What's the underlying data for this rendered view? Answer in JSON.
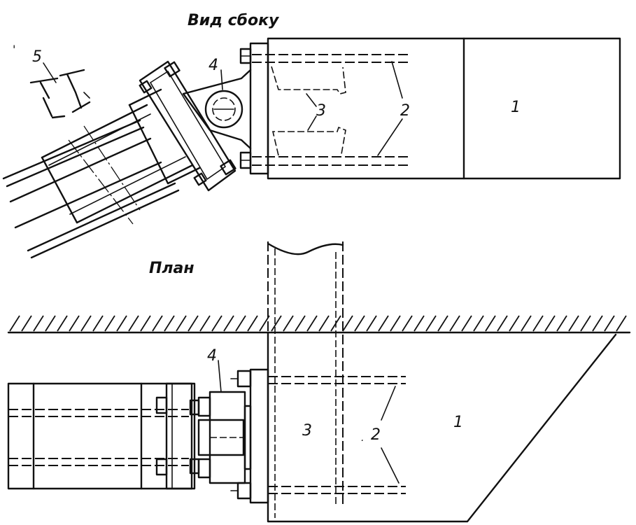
{
  "titles": {
    "side_view": "Вид сбоку",
    "plan": "План"
  },
  "side_view_labels": {
    "part_1": "1",
    "part_2": "2",
    "part_3": "3",
    "part_4": "4",
    "part_5": "5"
  },
  "plan_labels": {
    "part_1": "1",
    "part_2": "2",
    "part_3": "3",
    "part_4": "4"
  }
}
